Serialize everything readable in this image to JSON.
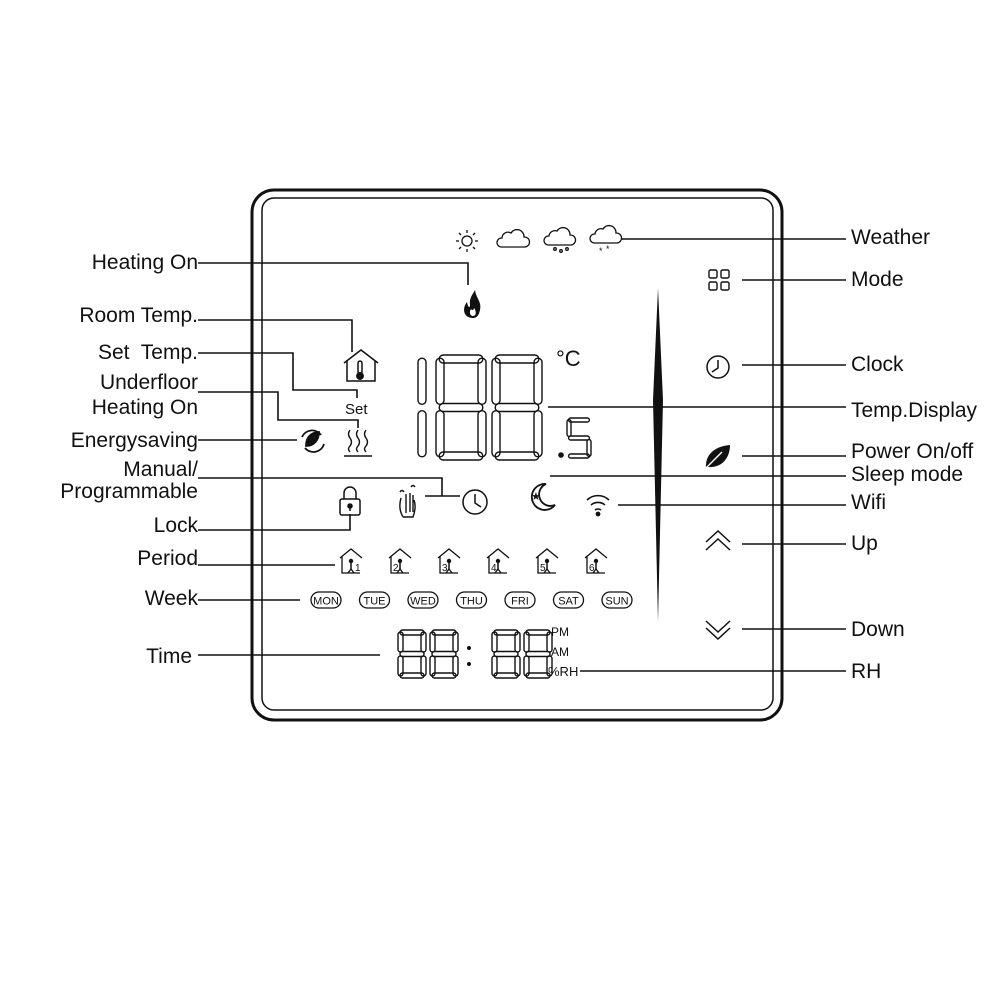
{
  "labels_left": {
    "heating_on": "Heating On",
    "room_temp": "Room Temp.",
    "set_temp": "Set  Temp.",
    "underfloor_line1": "Underfloor",
    "underfloor_line2": "Heating On",
    "energysaving": "Energysaving",
    "manual_line1": "Manual/",
    "manual_line2": "Programmable",
    "lock": "Lock",
    "period": "Period",
    "week": "Week",
    "time": "Time"
  },
  "labels_right": {
    "weather": "Weather",
    "mode": "Mode",
    "clock": "Clock",
    "temp_display": "Temp.Display",
    "power": "Power On/off",
    "sleep": "Sleep mode",
    "wifi": "Wifi",
    "up": "Up",
    "down": "Down",
    "rh": "RH"
  },
  "screen": {
    "set_text": "Set",
    "unit": "°C",
    "temp_digits": "188",
    "temp_decimal": ".5",
    "time_digits": "88:88",
    "pm": "PM",
    "am": "AM",
    "rh_text": "%RH",
    "days": [
      "MON",
      "TUE",
      "WED",
      "THU",
      "FRI",
      "SAT",
      "SUN"
    ],
    "period_numbers": [
      "1",
      "2",
      "3",
      "4",
      "5",
      "6"
    ]
  },
  "icons": {
    "weather": [
      "sun-icon",
      "cloud-icon",
      "rain-icon",
      "snow-icon"
    ],
    "stroke_color": "#111111"
  }
}
